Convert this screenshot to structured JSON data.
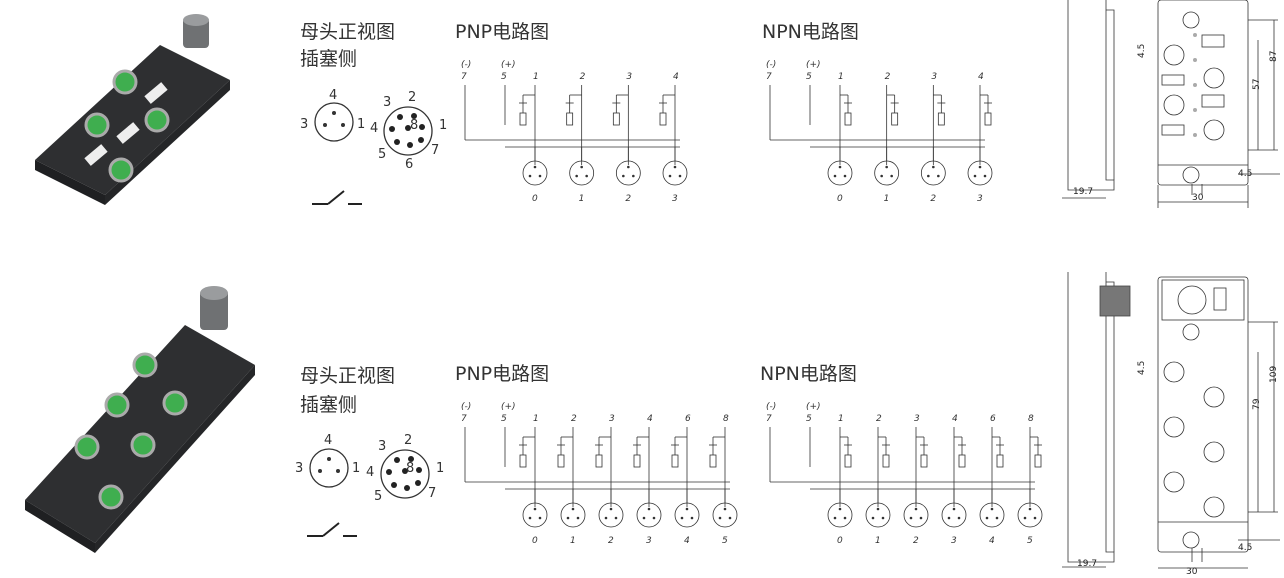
{
  "rows": [
    {
      "female_view_label": "母头正视图",
      "plug_side_label": "插塞侧",
      "pnp_title": "PNP电路图",
      "npn_title": "NPN电路图",
      "m8_pins": [
        "4",
        "3",
        "1"
      ],
      "m12_pins": [
        "3",
        "2",
        "4",
        "8",
        "1",
        "5",
        "6",
        "7"
      ],
      "port_labels": [
        "0",
        "1",
        "2",
        "3"
      ],
      "top_labels": [
        "(-)",
        "(+)",
        "7",
        "5",
        "1",
        "2",
        "3",
        "4"
      ],
      "dims": {
        "d1": "4.5",
        "d2": "57",
        "d3": "87",
        "d4": "4.5",
        "d5": "19.7",
        "d6": "30"
      }
    },
    {
      "female_view_label": "母头正视图",
      "plug_side_label": "插塞侧",
      "pnp_title": "PNP电路图",
      "npn_title": "NPN电路图",
      "m8_pins": [
        "4",
        "3",
        "1"
      ],
      "m12_pins": [
        "3",
        "2",
        "4",
        "8",
        "1",
        "5",
        "7"
      ],
      "port_labels": [
        "0",
        "1",
        "2",
        "3",
        "4",
        "5"
      ],
      "top_labels": [
        "(-)",
        "(+)",
        "7",
        "5",
        "1",
        "2",
        "3",
        "4",
        "6",
        "8"
      ],
      "dims": {
        "d1": "4.5",
        "d2": "79",
        "d3": "109",
        "d4": "4.5",
        "d5": "19.7",
        "d6": "30"
      }
    }
  ],
  "colors": {
    "housing": "#2e2f31",
    "connector": "#3fae4f",
    "line": "#333333"
  }
}
